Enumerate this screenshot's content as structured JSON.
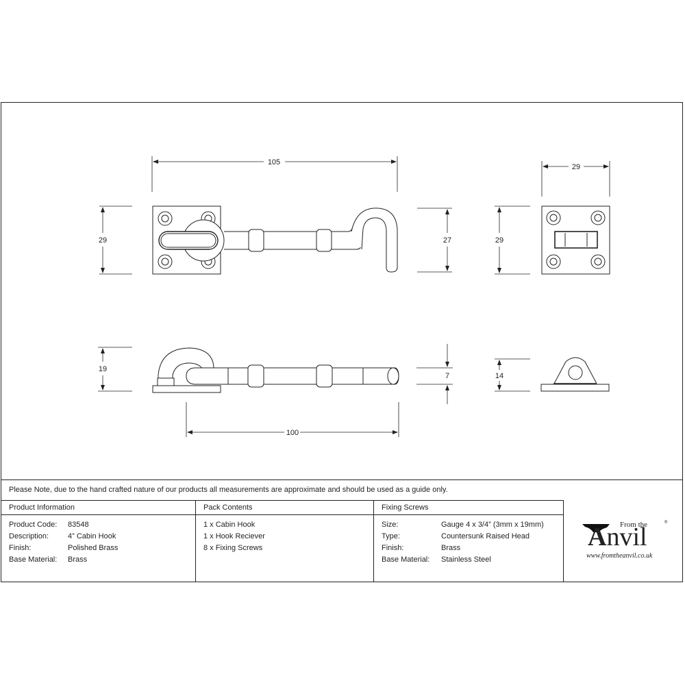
{
  "drawing": {
    "dimensions": {
      "hook_top_length": "105",
      "hook_plate_height": "29",
      "hook_drop_height": "27",
      "receiver_width": "29",
      "receiver_height": "29",
      "hook_side_height": "19",
      "hook_bar_thickness": "7",
      "hook_side_length": "100",
      "receiver_side_height": "14"
    }
  },
  "note": "Please Note, due to the hand crafted nature of our products all measurements are approximate and should be used as a guide only.",
  "product_info": {
    "title": "Product Information",
    "rows": [
      {
        "label": "Product Code:",
        "value": "83548"
      },
      {
        "label": "Description:",
        "value": "4” Cabin Hook"
      },
      {
        "label": "Finish:",
        "value": "Polished Brass"
      },
      {
        "label": "Base Material:",
        "value": "Brass"
      }
    ]
  },
  "pack_contents": {
    "title": "Pack Contents",
    "items": [
      "1 x Cabin Hook",
      "1 x Hook Reciever",
      "8 x Fixing Screws"
    ]
  },
  "fixing_screws": {
    "title": "Fixing Screws",
    "rows": [
      {
        "label": "Size:",
        "value": "Gauge 4 x 3/4” (3mm x 19mm)"
      },
      {
        "label": "Type:",
        "value": "Countersunk Raised Head"
      },
      {
        "label": "Finish:",
        "value": "Brass"
      },
      {
        "label": "Base Material:",
        "value": "Stainless Steel"
      }
    ]
  },
  "logo": {
    "from_the": "From the",
    "anvil_first": "A",
    "anvil_rest": "nvil",
    "registered": "®",
    "url": "www.fromtheanvil.co.uk"
  }
}
